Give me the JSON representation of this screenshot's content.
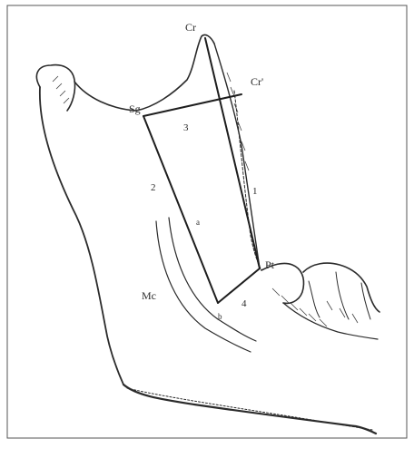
{
  "diagram": {
    "labels": {
      "cr": "Cr",
      "cr_prime": "Cr'",
      "sg": "Sg",
      "pt": "Pt",
      "mc": "Mc",
      "a": "a",
      "b": "b"
    },
    "measurements": [
      "1",
      "2",
      "3",
      "4"
    ],
    "stroke_color": "#2b2b2b",
    "background": "#ffffff"
  }
}
